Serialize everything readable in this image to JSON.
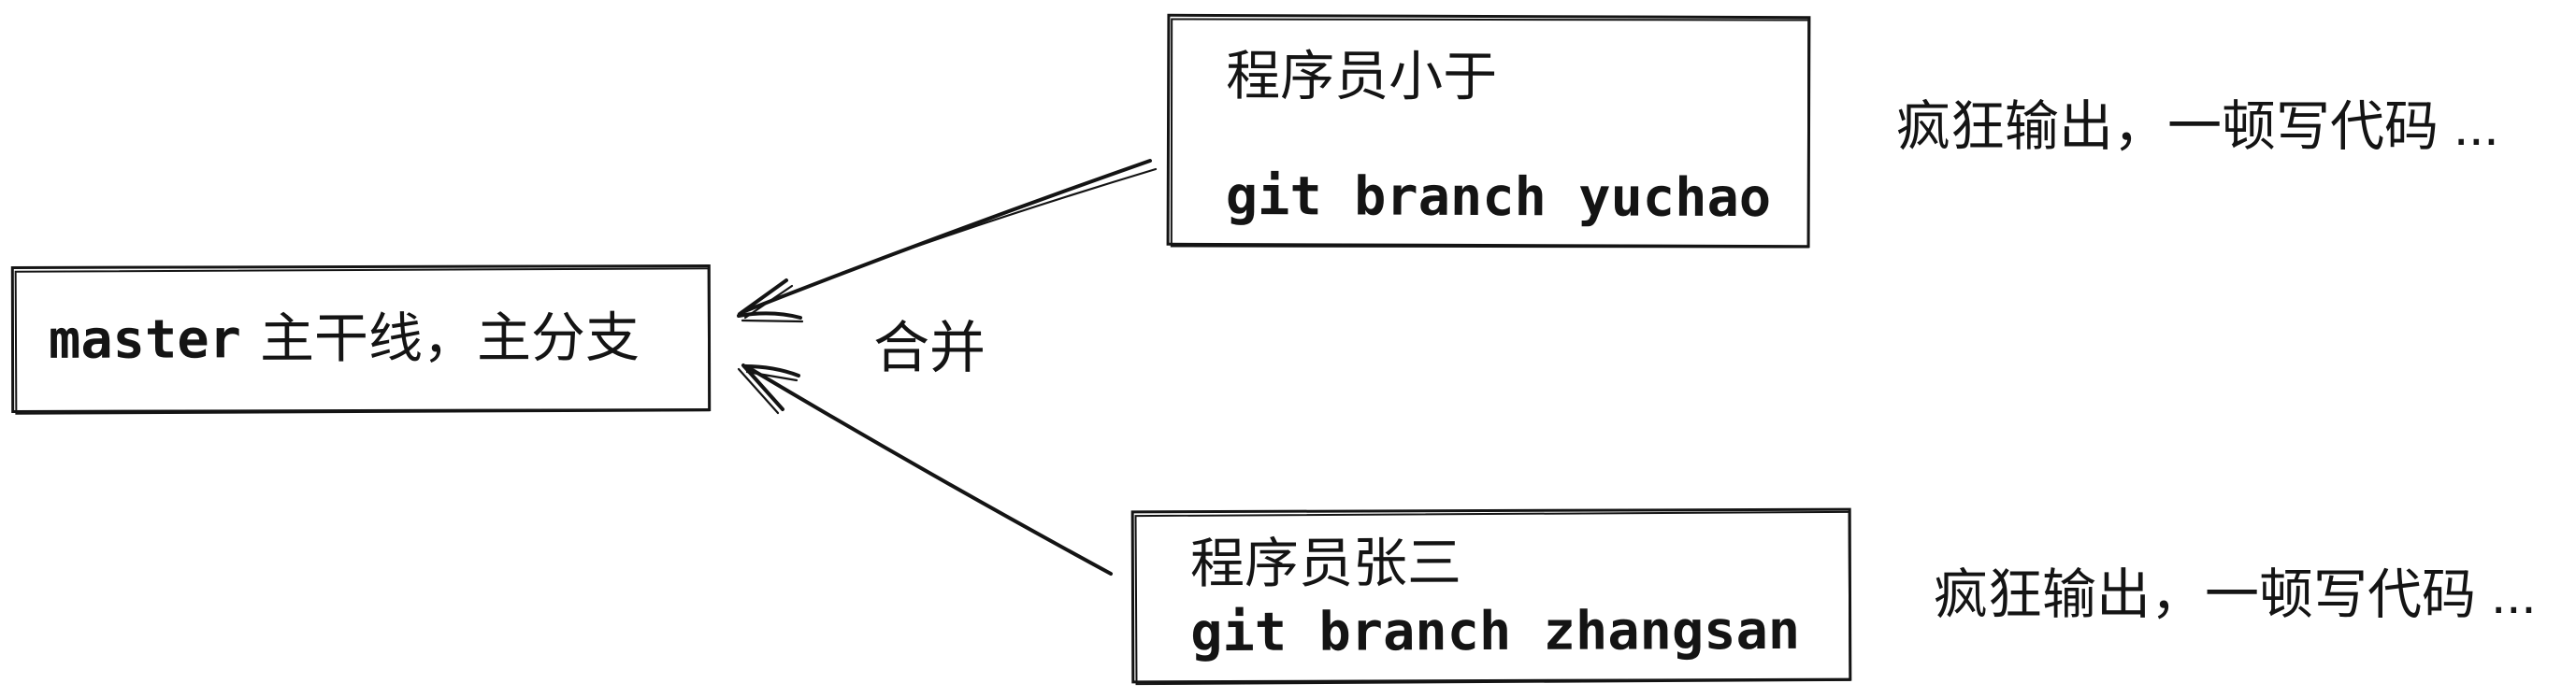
{
  "canvas": {
    "bg": "#ffffff",
    "ink": "#141414"
  },
  "master_box": {
    "code": "master",
    "label": "主干线，主分支"
  },
  "branches": [
    {
      "owner": "程序员小于",
      "command": "git branch yuchao",
      "note": "疯狂输出，一顿写代码 ..."
    },
    {
      "owner": "程序员张三",
      "command": "git branch zhangsan",
      "note": "疯狂输出，一顿写代码 ..."
    }
  ],
  "merge_label": "合并"
}
